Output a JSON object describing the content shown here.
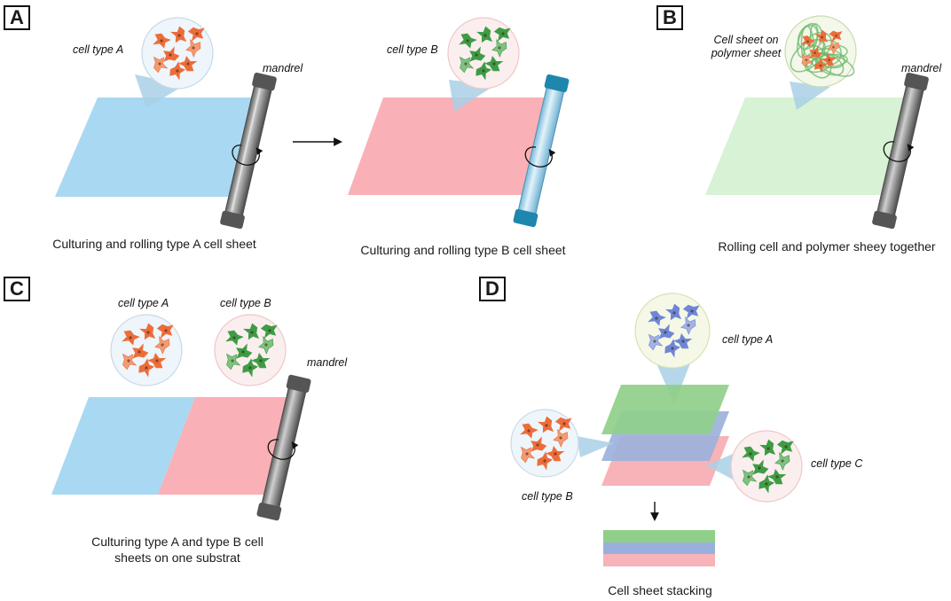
{
  "panels": {
    "a": "A",
    "b": "B",
    "c": "C",
    "d": "D"
  },
  "labels": {
    "a_cell": "cell type A",
    "a_mandrel": "mandrel",
    "a2_cell": "cell type B",
    "b_cell_line1": "Cell sheet on",
    "b_cell_line2": "polymer sheet",
    "b_mandrel": "mandrel",
    "c_cell_a": "cell type A",
    "c_cell_b": "cell type B",
    "c_mandrel": "mandrel",
    "d_cell_a": "cell type A",
    "d_cell_b": "cell type B",
    "d_cell_c": "cell type C"
  },
  "captions": {
    "a1": "Culturing and rolling type A cell sheet",
    "a2": "Culturing and rolling type B cell sheet",
    "b": "Rolling cell and polymer sheey together",
    "c_line1": "Culturing type A and type B cell",
    "c_line2": "sheets on one substrat",
    "d": "Cell sheet stacking"
  },
  "colors": {
    "sheet_blue": "#a9d8f2",
    "sheet_pink": "#f9b0b6",
    "sheet_green": "#d7f2d4",
    "cell_orange": "#ec6d3a",
    "cell_green": "#3e9c45",
    "cell_blue": "#6f86d6",
    "mandrel_grey": "#7d7d7d",
    "mandrel_teal": "#2a93b8",
    "stack_green": "#8fcf8a",
    "stack_blue": "#9ab0dc",
    "stack_pink": "#f7b3b8"
  },
  "icons": [
    "cell-cluster-icon",
    "mandrel-icon",
    "rotation-arrow-icon",
    "down-arrow-icon",
    "right-arrow-icon"
  ]
}
